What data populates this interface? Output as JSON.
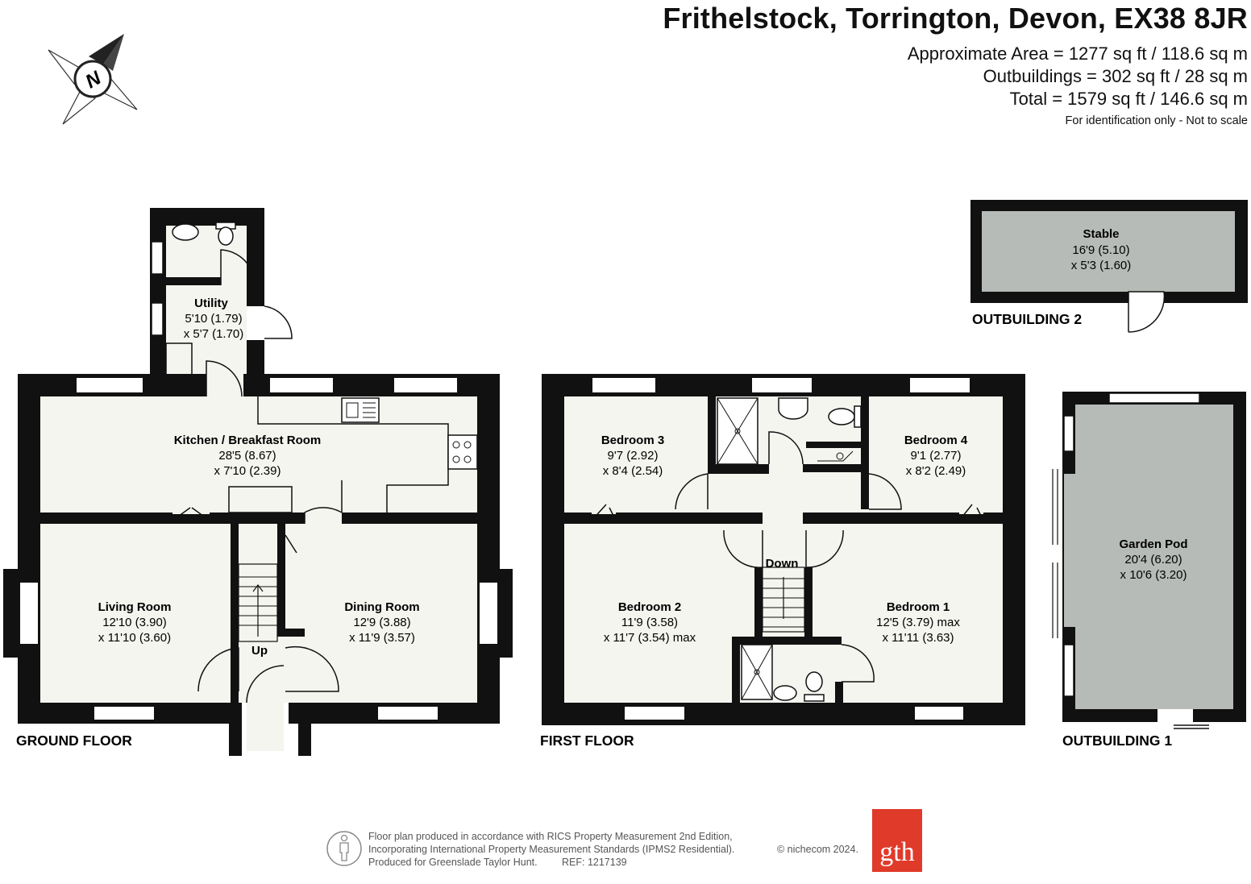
{
  "header": {
    "address": "Frithelstock, Torrington, Devon, EX38 8JR",
    "approx_area": "Approximate Area = 1277 sq ft / 118.6 sq m",
    "outbuildings": "Outbuildings = 302 sq ft / 28 sq m",
    "total": "Total = 1579 sq ft / 146.6 sq m",
    "note": "For identification only - Not to scale"
  },
  "compass": {
    "label": "N",
    "icon": "north-arrow-icon"
  },
  "floors": {
    "ground": "GROUND FLOOR",
    "first": "FIRST FLOOR",
    "outbuilding1": "OUTBUILDING 1",
    "outbuilding2": "OUTBUILDING 2"
  },
  "rooms": {
    "utility": {
      "name": "Utility",
      "dim1": "5'10 (1.79)",
      "dim2": "x 5'7 (1.70)"
    },
    "kitchen": {
      "name": "Kitchen / Breakfast Room",
      "dim1": "28'5 (8.67)",
      "dim2": "x 7'10 (2.39)"
    },
    "living": {
      "name": "Living Room",
      "dim1": "12'10 (3.90)",
      "dim2": "x 11'10 (3.60)"
    },
    "dining": {
      "name": "Dining Room",
      "dim1": "12'9 (3.88)",
      "dim2": "x 11'9 (3.57)"
    },
    "bedroom3": {
      "name": "Bedroom 3",
      "dim1": "9'7 (2.92)",
      "dim2": "x 8'4 (2.54)"
    },
    "bedroom4": {
      "name": "Bedroom 4",
      "dim1": "9'1 (2.77)",
      "dim2": "x 8'2 (2.49)"
    },
    "bedroom2": {
      "name": "Bedroom 2",
      "dim1": "11'9 (3.58)",
      "dim2": "x 11'7 (3.54) max"
    },
    "bedroom1": {
      "name": "Bedroom 1",
      "dim1": "12'5 (3.79) max",
      "dim2": "x 11'11 (3.63)"
    },
    "stable": {
      "name": "Stable",
      "dim1": "16'9 (5.10)",
      "dim2": "x 5'3 (1.60)"
    },
    "gardenpod": {
      "name": "Garden Pod",
      "dim1": "20'4 (6.20)",
      "dim2": "x 10'6 (3.20)"
    }
  },
  "stairs": {
    "up": "Up",
    "down": "Down"
  },
  "footer": {
    "line1": "Floor plan produced in accordance with RICS Property Measurement 2nd Edition,",
    "line2": "Incorporating International Property Measurement Standards (IPMS2 Residential).",
    "line3": "Produced for Greenslade Taylor Hunt.",
    "ref": "REF: 1217139",
    "copyright": "© nichecom 2024.",
    "logo_text": "gth"
  },
  "colors": {
    "wall": "#111111",
    "floor": "#f3f5ee",
    "outbuilding": "#b7bbb7",
    "logo": "#e03a2a"
  }
}
